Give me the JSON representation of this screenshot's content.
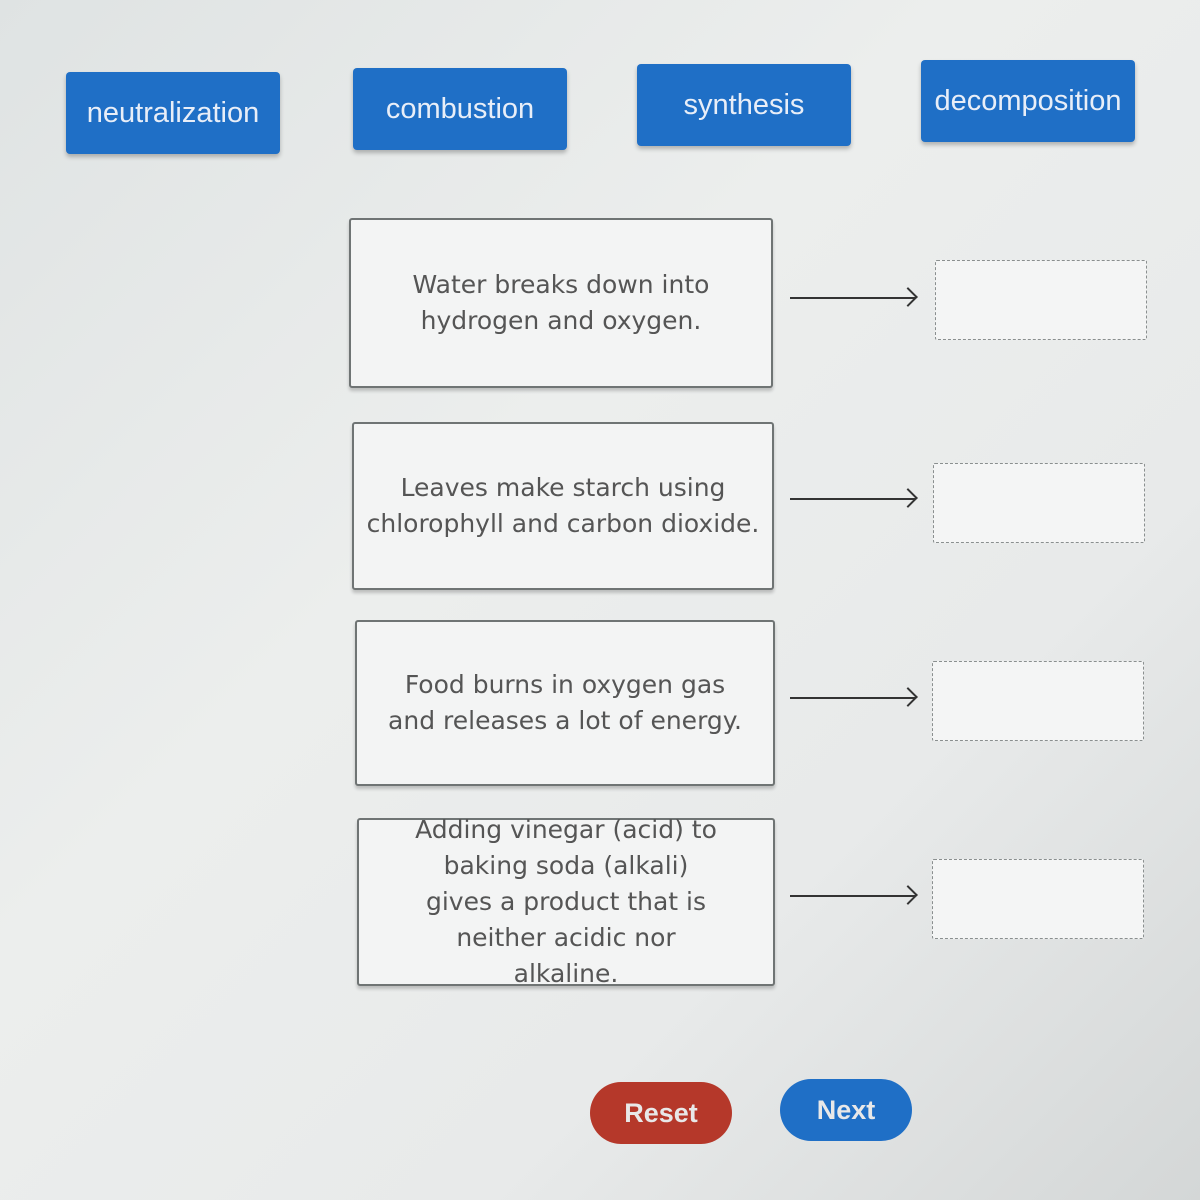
{
  "answer_tiles": [
    "neutralization",
    "combustion",
    "synthesis",
    "decomposition"
  ],
  "descriptions": [
    "Water breaks down into hydrogen and oxygen.",
    "Leaves make starch using chlorophyll and carbon dioxide.",
    "Food burns in oxygen gas and releases a lot of energy.",
    "Adding vinegar (acid) to baking soda (alkali) gives a product that is neither acidic nor alkaline."
  ],
  "buttons": {
    "reset": "Reset",
    "next": "Next"
  },
  "colors": {
    "tile": "#1f6fc6",
    "reset": "#b5382a",
    "next": "#1f6fc6"
  }
}
